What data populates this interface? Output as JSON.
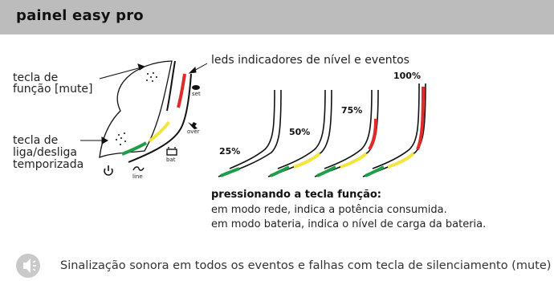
{
  "header": {
    "title": "painel easy pro"
  },
  "labels": {
    "leds": "leds indicadores de nível e eventos",
    "mute_line1": "tecla de",
    "mute_line2": "função [mute]",
    "power_line1": "tecla de",
    "power_line2": "liga/desliga",
    "power_line3": "temporizada",
    "set": "set",
    "over": "over",
    "bat": "bat",
    "line": "line"
  },
  "levels": [
    {
      "label": "25%",
      "value": 25
    },
    {
      "label": "50%",
      "value": 50
    },
    {
      "label": "75%",
      "value": 75
    },
    {
      "label": "100%",
      "value": 100
    }
  ],
  "note": {
    "title": "pressionando a tecla função:",
    "line1": "em modo rede, indica a potência consumida.",
    "line2": "em modo bateria, indica o nível de carga da bateria."
  },
  "footer": {
    "text": "Sinalização sonora em todos os eventos e falhas com tecla de silenciamento (mute)"
  },
  "colors": {
    "green": "#1e9e48",
    "yellow": "#f3e53a",
    "red": "#e12a2a",
    "header_bg": "#bcbcbc"
  },
  "icons": [
    "power-icon",
    "line-icon",
    "battery-icon",
    "overload-icon",
    "set-icon",
    "speaker-icon"
  ]
}
